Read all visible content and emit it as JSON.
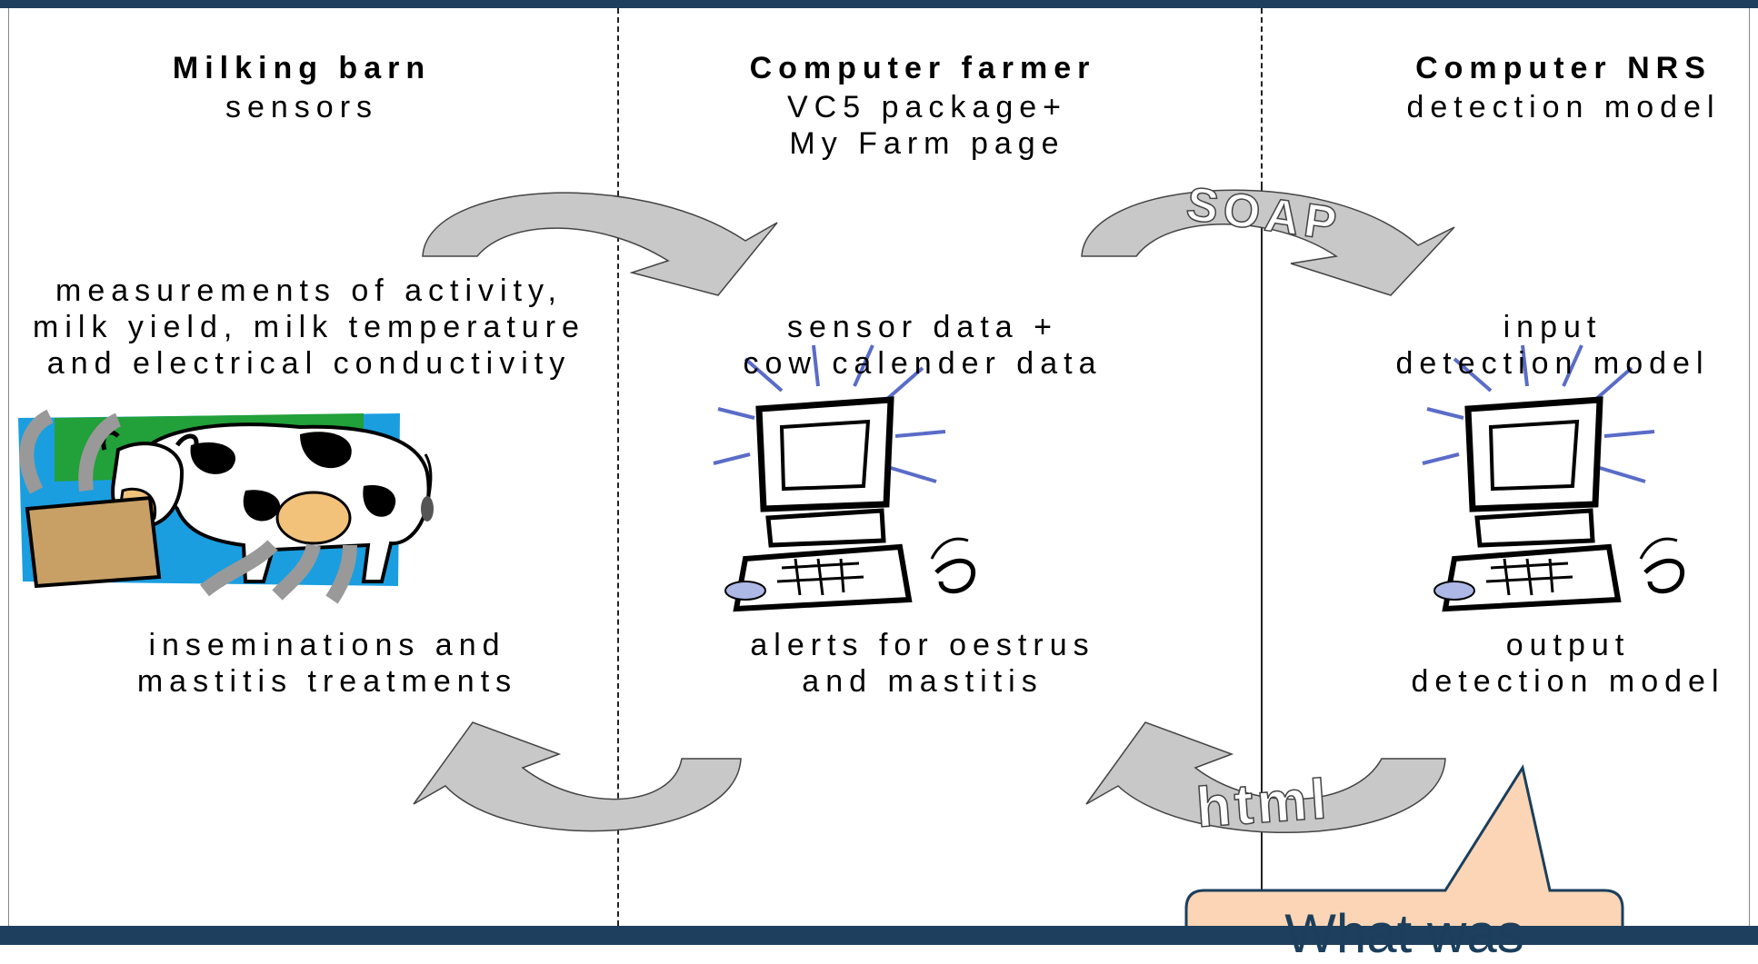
{
  "columns": {
    "barn": {
      "title": "Milking barn",
      "subtitle": "sensors",
      "measurements": [
        "measurements of activity,",
        "milk yield, milk temperature",
        "and electrical conductivity"
      ],
      "treatments": [
        "inseminations and",
        "mastitis treatments"
      ]
    },
    "farmer": {
      "title": "Computer farmer",
      "subtitle": [
        "VC5 package+",
        "My Farm page"
      ],
      "data": [
        "sensor data +",
        "cow calender data"
      ],
      "alerts": [
        "alerts for oestrus",
        "and mastitis"
      ]
    },
    "nrs": {
      "title": "Computer NRS",
      "subtitle": "detection model",
      "input": [
        "input",
        "detection model"
      ],
      "output": [
        "output",
        "detection model"
      ]
    }
  },
  "arrows": {
    "top_right_label": "SOAP",
    "bottom_right_label": "html"
  },
  "callout": {
    "text": "What was"
  },
  "colors": {
    "header_bar": "#1f3f5e",
    "arrow_fill": "#c8c8c8",
    "callout_fill": "#fbd5b5",
    "callout_stroke": "#1b3f5c"
  },
  "icons": [
    "cow-milking-clipart",
    "computer-clipart",
    "computer-clipart"
  ]
}
